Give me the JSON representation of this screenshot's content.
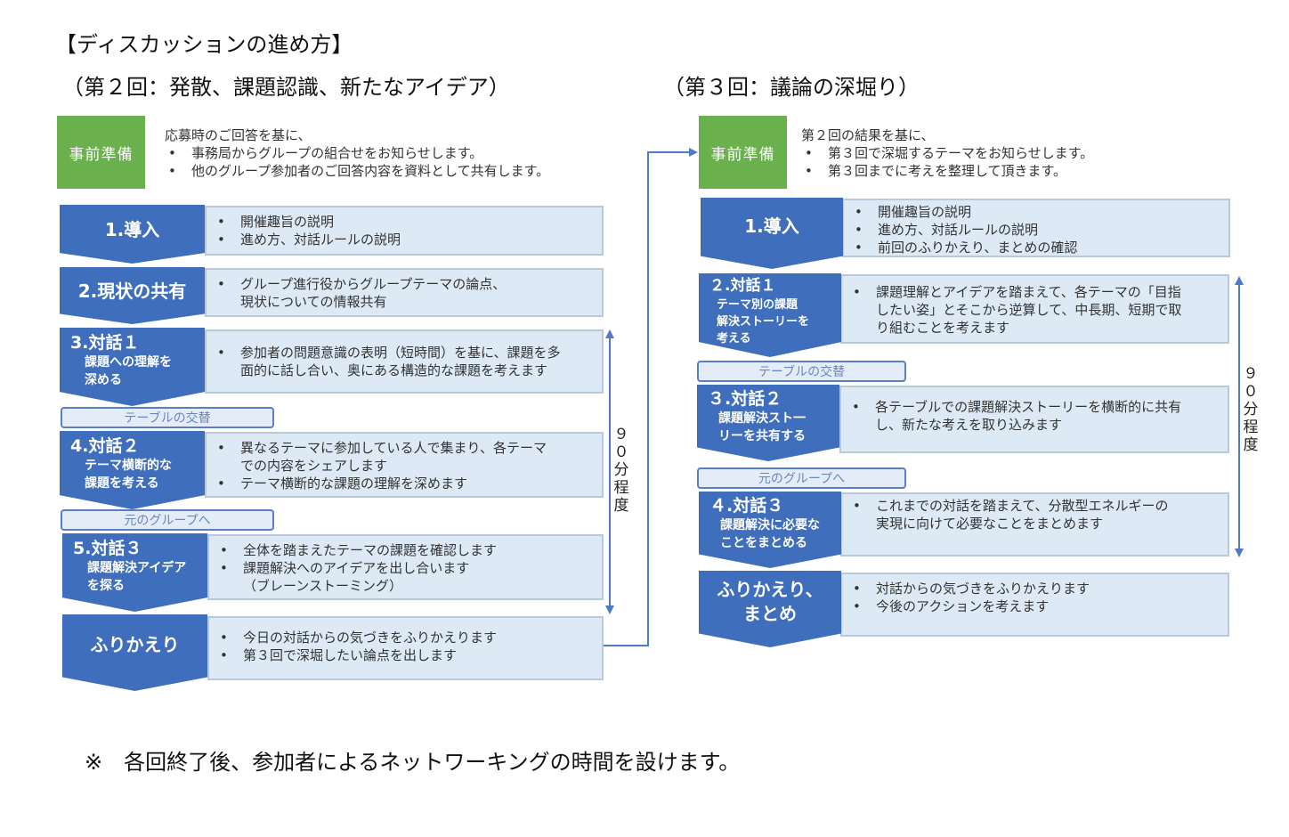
{
  "title": "【ディスカッションの進め方】",
  "left": {
    "heading": "（第２回：発散、課題認識、新たなアイデア）",
    "prep_label": "事前準備",
    "prep_intro": "応募時のご回答を基に、",
    "prep_bullets": [
      "事務局からグループの組合せをお知らせします。",
      "他のグループ参加者のご回答内容を資料として共有します。"
    ],
    "steps": [
      {
        "title": "1.導入",
        "sub": "",
        "bullets": [
          "開催趣旨の説明",
          "進め方、対話ルールの説明"
        ]
      },
      {
        "title": "2.現状の共有",
        "sub": "",
        "bullets": [
          "グループ進行役からグループテーマの論点、\n現状についての情報共有"
        ]
      },
      {
        "title": "3.対話１",
        "sub": "課題への理解を\n深める",
        "bullets": [
          "参加者の問題意識の表明（短時間）を基に、課題を多\n面的に話し合い、奥にある構造的な課題を考えます"
        ]
      },
      {
        "title": "4.対話２",
        "sub": "テーマ横断的な\n課題を考える",
        "bullets": [
          "異なるテーマに参加している人で集まり、各テーマ\nでの内容をシェアします",
          "テーマ横断的な課題の理解を深めます"
        ]
      },
      {
        "title": "5.対話３",
        "sub": "課題解決アイデア\nを探る",
        "bullets": [
          "全体を踏まえたテーマの課題を確認します",
          "課題解決へのアイデアを出し合います\n（ブレーンストーミング）"
        ]
      },
      {
        "title": "ふりかえり",
        "sub": "",
        "bullets": [
          "今日の対話からの気づきをふりかえります",
          "第３回で深堀したい論点を出します"
        ]
      }
    ],
    "switch_table": "テーブルの交替",
    "switch_group": "元のグループへ",
    "duration": "９\n０\n分\n程\n度"
  },
  "right": {
    "heading": "（第３回：議論の深堀り）",
    "prep_label": "事前準備",
    "prep_intro": "第２回の結果を基に、",
    "prep_bullets": [
      "第３回で深堀するテーマをお知らせします。",
      "第３回までに考えを整理して頂きます。"
    ],
    "steps": [
      {
        "title": "1.導入",
        "sub": "",
        "bullets": [
          "開催趣旨の説明",
          "進め方、対話ルールの説明",
          "前回のふりかえり、まとめの確認"
        ]
      },
      {
        "title": "２.対話１",
        "sub": "テーマ別の課題\n解決ストーリーを\n考える",
        "bullets": [
          "課題理解とアイデアを踏まえて、各テーマの「目指\nしたい姿」とそこから逆算して、中長期、短期で取\nり組むことを考えます"
        ]
      },
      {
        "title": "３.対話２",
        "sub": "課題解決スト一\nリーを共有する",
        "bullets": [
          "各テーブルでの課題解決ストーリーを横断的に共有\nし、新たな考えを取り込みます"
        ]
      },
      {
        "title": "４.対話３",
        "sub": "課題解決に必要な\nことをまとめる",
        "bullets": [
          "これまでの対話を踏まえて、分散型エネルギーの\n実現に向けて必要なことをまとめます"
        ]
      },
      {
        "title": "ふりかえり、\nまとめ",
        "sub": "",
        "bullets": [
          "対話からの気づきをふりかえります",
          "今後のアクションを考えます"
        ]
      }
    ],
    "switch_table": "テーブルの交替",
    "switch_group": "元のグループへ",
    "duration": "９\n０\n分\n程\n度"
  },
  "footer": "※　各回終了後、参加者によるネットワーキングの時間を設けます。",
  "colors": {
    "step_blue": "#3f6ebd",
    "prep_green": "#6ab04c",
    "desc_bg": "#dde9f5",
    "arrow_blue": "#4f7ac8"
  }
}
